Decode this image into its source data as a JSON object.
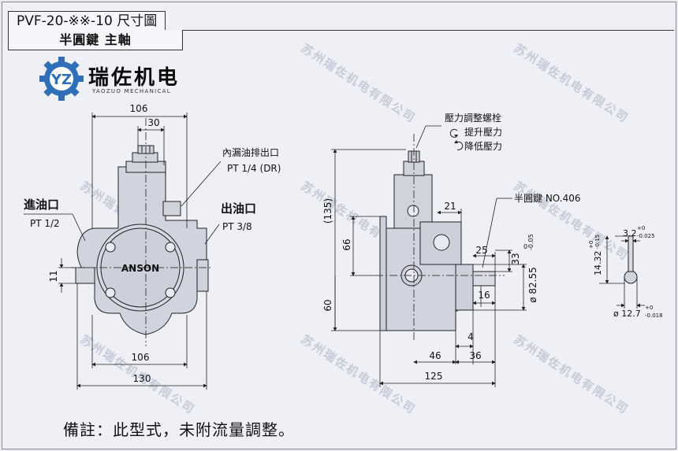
{
  "header": {
    "model_title": "PVF-20-※※-10 尺寸圖",
    "subtitle": "半圓鍵 主軸"
  },
  "logo": {
    "name": "瑞佐机电",
    "tagline": "YAOZUO MECHANICAL",
    "monogram": "YZ",
    "accent_color": "#2e6fb8"
  },
  "front_view": {
    "brand": "ANSON",
    "dim_top_width": "106",
    "dim_top_offset": "30",
    "dim_bottom_width": "106",
    "dim_base_width": "130",
    "dim_left_height": "11",
    "drain_label": "內漏油排出口",
    "drain_size": "PT 1/4 (DR)",
    "inlet_label": "進油口",
    "inlet_size": "PT 1/2",
    "outlet_label": "出油口",
    "outlet_size": "PT 3/8"
  },
  "side_view": {
    "screw_label": "壓力調整螺栓",
    "raise_label": "提升壓力",
    "lower_label": "降低壓力",
    "key_label": "半圓鍵 NO.406",
    "dim_135": "(135)",
    "dim_66": "66",
    "dim_60": "60",
    "dim_21": "21",
    "dim_25": "25",
    "dim_33": "33",
    "dim_16": "16",
    "dim_4": "4",
    "dim_46": "46",
    "dim_36": "36",
    "dim_125": "125",
    "dim_pilot": "ø 82.55",
    "dim_pilot_tol_upper": "0",
    "dim_pilot_tol_lower": "-0.05"
  },
  "key_detail": {
    "key_width": "3.2",
    "key_width_tol_upper": "+0",
    "key_width_tol_lower": "-0.025",
    "key_depth": "14.32",
    "key_depth_tol_upper": "+0",
    "key_depth_tol_lower": "-0.15",
    "shaft_dia": "ø 12.7",
    "shaft_dia_tol_upper": "+0",
    "shaft_dia_tol_lower": "-0.018"
  },
  "remark": "備註：此型式，未附流量調整。",
  "watermark": "苏州瑞佐机电有限公司"
}
